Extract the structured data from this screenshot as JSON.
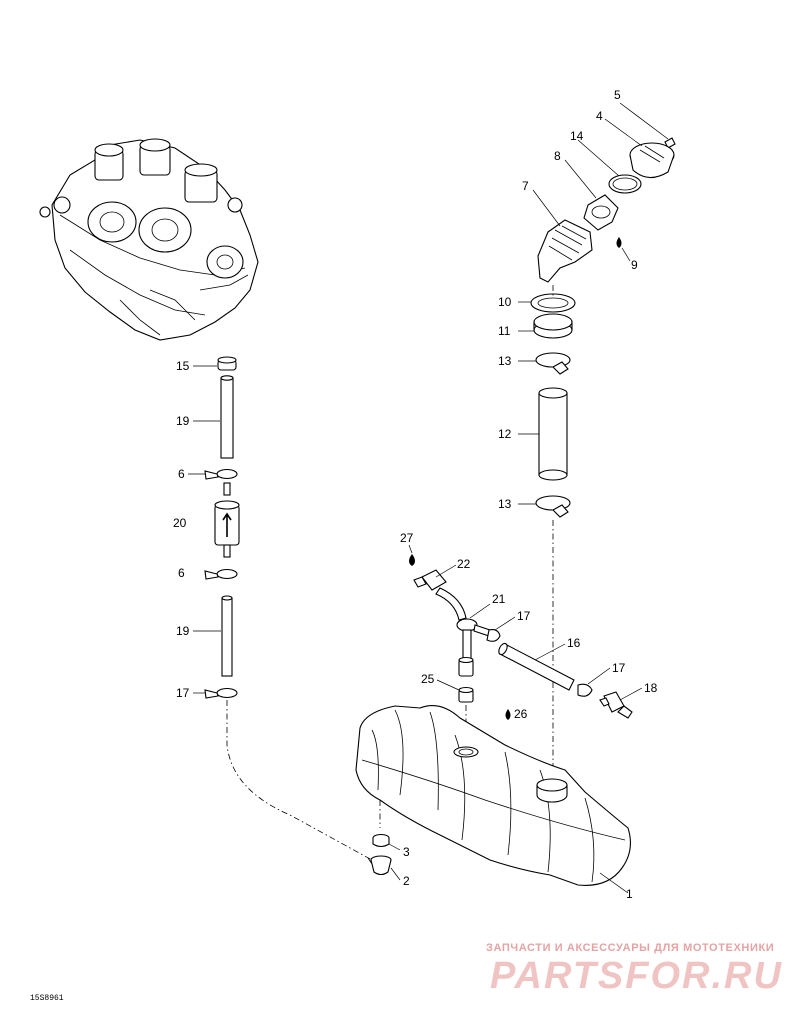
{
  "figure_code": "15S8961",
  "watermark": {
    "tagline": "ЗАПЧАСТИ И АКСЕССУАРЫ ДЛЯ МОТОТЕХНИКИ",
    "logo_text": "PARTSFOR.RU"
  },
  "callouts": {
    "p1": "1",
    "p2": "2",
    "p3": "3",
    "p4": "4",
    "p5": "5",
    "p6a": "6",
    "p6b": "6",
    "p7": "7",
    "p8": "8",
    "p9": "9",
    "p10": "10",
    "p11": "11",
    "p12": "12",
    "p13a": "13",
    "p13b": "13",
    "p14": "14",
    "p15": "15",
    "p16": "16",
    "p17a": "17",
    "p17b": "17",
    "p17c": "17",
    "p18": "18",
    "p19a": "19",
    "p19b": "19",
    "p20": "20",
    "p21": "21",
    "p22": "22",
    "p25": "25",
    "p26": "26",
    "p27": "27"
  },
  "icons": [
    "engine-illustration",
    "fuel-tank",
    "filler-cap",
    "fuel-filter",
    "drop-icon"
  ]
}
